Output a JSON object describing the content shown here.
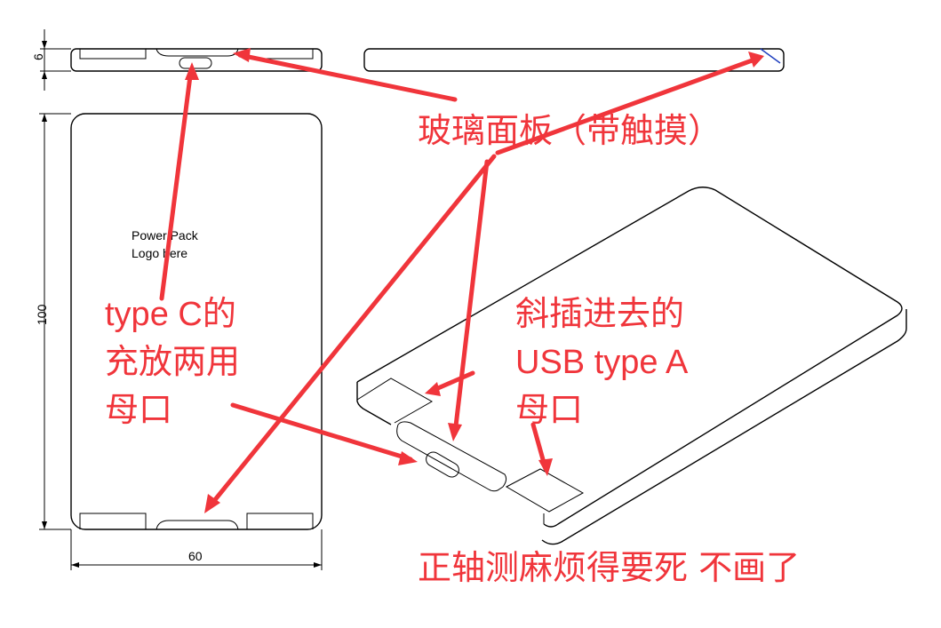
{
  "dimensions": {
    "top_thickness": "6",
    "height": "100",
    "width": "60"
  },
  "logo": {
    "line1": "Power Pack",
    "line2": "Logo here"
  },
  "labels": {
    "glass_panel": "玻璃面板（带触摸）",
    "type_c_line1": "type C的",
    "type_c_line2": "充放两用",
    "type_c_line3": "母口",
    "usb_a_line1": "斜插进去的",
    "usb_a_line2": "USB type A",
    "usb_a_line3": "母口",
    "footer_note": "正轴测麻烦得要死 不画了"
  },
  "colors": {
    "annotation": "#f0353b",
    "line": "#000000",
    "accent_line": "#1f3fbf"
  }
}
